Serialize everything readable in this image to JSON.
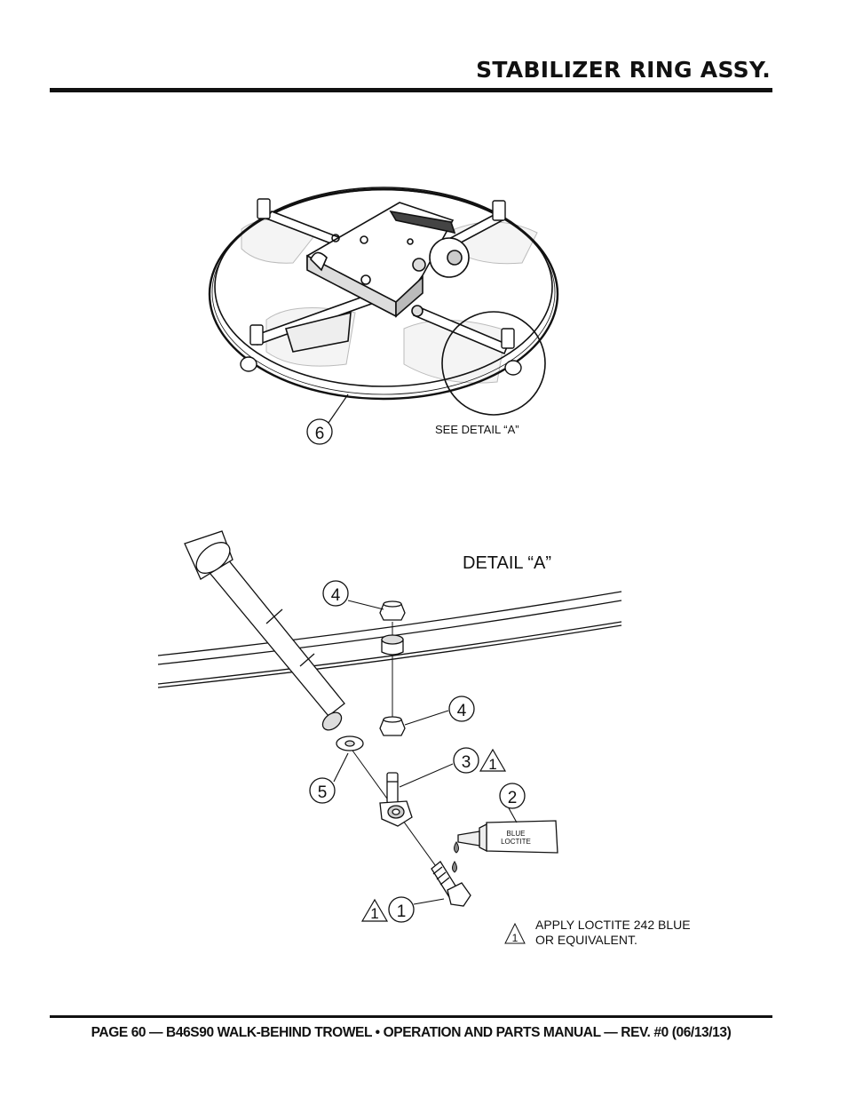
{
  "header": {
    "title": "STABILIZER RING ASSY."
  },
  "overview": {
    "callout_ring": "6",
    "see_detail_note": "SEE DETAIL “A”"
  },
  "detail": {
    "title": "DETAIL “A”",
    "callouts": {
      "nut_top": "4",
      "nut_lower": "4",
      "rod_end": "3",
      "rod_end_warning": "1",
      "loctite": "2",
      "washer": "5",
      "bolt": "1",
      "bolt_warning": "1"
    },
    "tube_label_line1": "BLUE",
    "tube_label_line2": "LOCTITE",
    "note_warning": "1",
    "note_line1": "APPLY LOCTITE 242 BLUE",
    "note_line2": "OR EQUIVALENT."
  },
  "footer": {
    "text": "PAGE 60 — B46S90 WALK-BEHIND TROWEL • OPERATION AND PARTS MANUAL — REV. #0 (06/13/13)"
  }
}
